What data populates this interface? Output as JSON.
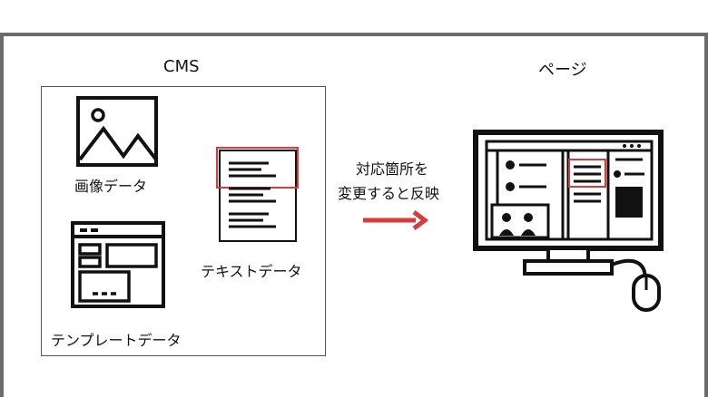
{
  "cms": {
    "title": "CMS",
    "image_data_label": "画像データ",
    "template_data_label": "テンプレートデータ",
    "text_data_label": "テキストデータ"
  },
  "arrow": {
    "line1": "対応箇所を",
    "line2": "変更すると反映",
    "color": "#d93a3a"
  },
  "page": {
    "title": "ページ"
  },
  "colors": {
    "frame": "#6b6b6b",
    "highlight": "#d93a3a",
    "ink": "#111111"
  }
}
